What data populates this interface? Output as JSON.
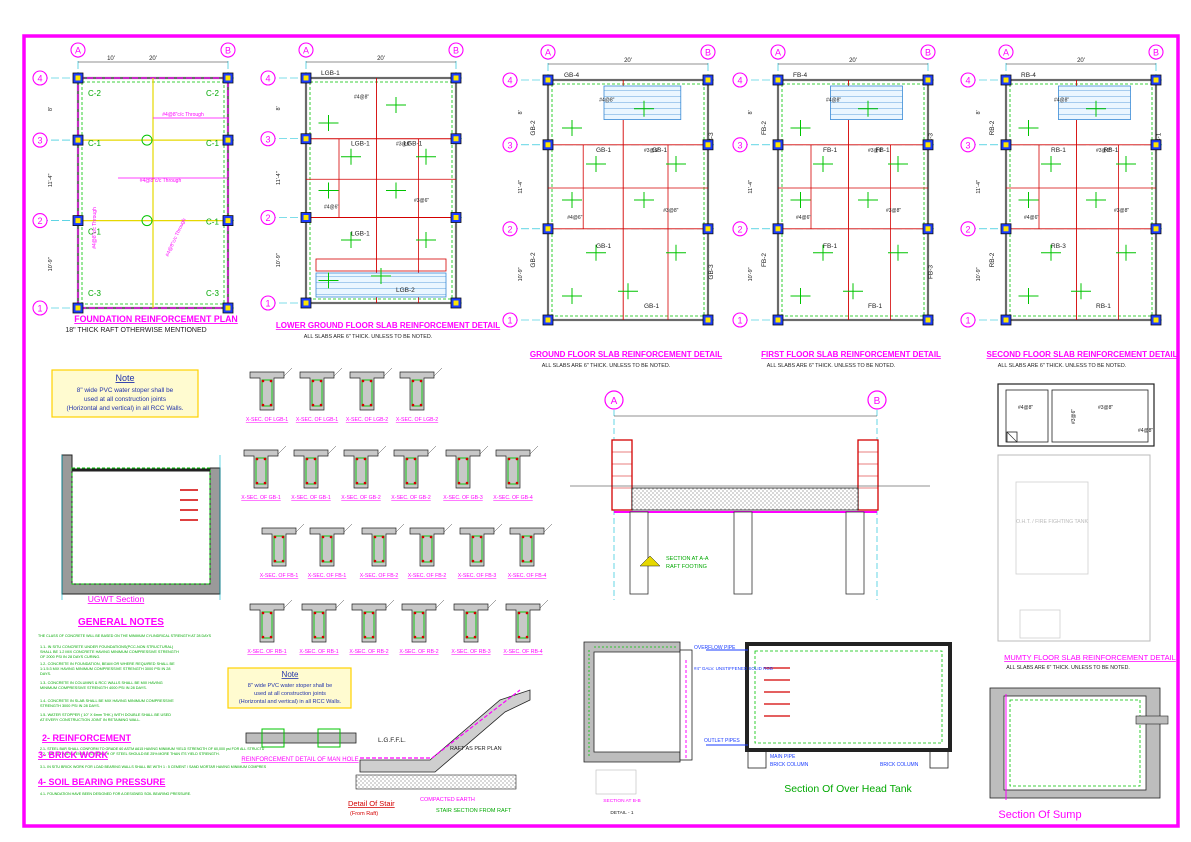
{
  "sheet": {
    "border_color": "#ff00ff",
    "accent_colors": {
      "magenta": "#ff00ff",
      "cyan": "#00bcd4",
      "red": "#d40000",
      "green": "#00c400",
      "yellow": "#e6d800",
      "blue": "#1a3cff",
      "dark": "#202020"
    }
  },
  "plans": [
    {
      "title": "FOUNDATION REINFORCEMENT PLAN",
      "subtitle": "18\" THICK RAFT OTHERWISE MENTIONED",
      "grid_x": [
        "A",
        "B"
      ],
      "grid_y": [
        "4",
        "3",
        "2",
        "1"
      ],
      "dim": "20'",
      "dim2": "10'",
      "side_dims": [
        "8'",
        "11'-4\"",
        "10'-9\""
      ],
      "labels": [
        "C-2",
        "C-2",
        "C-1",
        "C-1",
        "C-1",
        "C-1",
        "C-3",
        "C-3"
      ],
      "notes": [
        "#4@8\"c/c Through",
        "#4@8\"c/c Through",
        "#4@8\"c/c Through",
        "#4@8\"c/c Through"
      ]
    },
    {
      "title": "LOWER GROUND FLOOR SLAB REINFORCEMENT DETAIL",
      "subtitle": "ALL SLABS ARE 6\" THICK. UNLESS TO BE NOTED.",
      "grid_x": [
        "A",
        "B"
      ],
      "grid_y": [
        "4",
        "3",
        "2",
        "1"
      ],
      "dim": "20'",
      "side_dims": [
        "8'",
        "11'-4\"",
        "10'-9\""
      ],
      "labels": [
        "LGB-1",
        "LGB-1",
        "LGB-1",
        "LGB-1",
        "LGB-2"
      ],
      "rebars": [
        "#4@8\"",
        "#3@8\"",
        "#4@6\"",
        "#3@6\""
      ]
    },
    {
      "title": "GROUND FLOOR SLAB REINFORCEMENT DETAIL",
      "subtitle": "ALL SLABS ARE 6\" THICK. UNLESS TO BE NOTED.",
      "grid_x": [
        "A",
        "B"
      ],
      "grid_y": [
        "4",
        "3",
        "2",
        "1"
      ],
      "dim": "20'",
      "side_dims": [
        "8'",
        "11'-4\"",
        "10'-9\""
      ],
      "labels": [
        "GB-4",
        "GB-1",
        "GB-1",
        "GB-1",
        "GB-1",
        "GB-2",
        "GB-2",
        "GB-3",
        "GB-3"
      ],
      "rebars": [
        "#4@8\"",
        "#3@6\"",
        "#4@6\"",
        "#3@8\""
      ]
    },
    {
      "title": "FIRST FLOOR SLAB REINFORCEMENT DETAIL",
      "subtitle": "ALL SLABS ARE 6\" THICK. UNLESS TO BE NOTED.",
      "grid_x": [
        "A",
        "B"
      ],
      "grid_y": [
        "4",
        "3",
        "2",
        "1"
      ],
      "dim": "20'",
      "side_dims": [
        "8'",
        "11'-4\"",
        "10'-9\""
      ],
      "labels": [
        "FB-4",
        "FB-1",
        "FB-1",
        "FB-1",
        "FB-1",
        "FB-2",
        "FB-2",
        "FB-3",
        "FB-3"
      ],
      "rebars": [
        "#4@8\"",
        "#3@6\"",
        "#4@6\"",
        "#3@8\""
      ]
    },
    {
      "title": "SECOND FLOOR SLAB REINFORCEMENT DETAIL",
      "subtitle": "ALL SLABS ARE 6\" THICK. UNLESS TO BE NOTED.",
      "grid_x": [
        "A",
        "B"
      ],
      "grid_y": [
        "4",
        "3",
        "2",
        "1"
      ],
      "dim": "20'",
      "side_dims": [
        "8'",
        "11'-4\"",
        "10'-9\""
      ],
      "labels": [
        "RB-4",
        "RB-1",
        "RB-1",
        "RB-3",
        "RB-1",
        "RB-2",
        "RB-2",
        "RB-1"
      ],
      "rebars": [
        "#4@8\"",
        "#3@6\"",
        "#4@6\"",
        "#3@8\""
      ]
    }
  ],
  "note_box_1": {
    "heading": "Note",
    "lines": [
      "8\" wide PVC water stoper shall be",
      "used at all construction joints",
      "(Horizontal and vertical) in all RCC Walls."
    ]
  },
  "note_box_2": {
    "heading": "Note",
    "lines": [
      "8\" wide PVC water stoper shall be",
      "used at all construction joints",
      "(Horizontal and vertical) in all RCC Walls."
    ]
  },
  "ugwt": {
    "title": "UGWT Section"
  },
  "xsec_rows": [
    [
      "X-SEC. OF LGB-1",
      "X-SEC. OF LGB-1",
      "X-SEC. OF LGB-2",
      "X-SEC. OF LGB-2"
    ],
    [
      "X-SEC. OF GB-1",
      "X-SEC. OF GB-1",
      "X-SEC. OF GB-2",
      "X-SEC. OF GB-2",
      "X-SEC. OF GB-3",
      "X-SEC. OF GB-4"
    ],
    [
      "X-SEC. OF FB-1",
      "X-SEC. OF FB-1",
      "X-SEC. OF FB-2",
      "X-SEC. OF FB-2",
      "X-SEC. OF FB-3",
      "X-SEC. OF FB-4"
    ],
    [
      "X-SEC. OF RB-1",
      "X-SEC. OF RB-1",
      "X-SEC. OF RB-2",
      "X-SEC. OF RB-2",
      "X-SEC. OF RB-3",
      "X-SEC. OF RB-4"
    ]
  ],
  "general_notes": {
    "title": "GENERAL NOTES",
    "intro": "THE CLASS OF CONCRETE WILL BE BASED ON THE MINIMUM CYLINDRICAL STRENGTH AT 28 DAYS",
    "items": [
      "1.1- IN SITU CONCRETE UNDER FOUNDATIONS(PCC-NON STRUCTURAL) SHALL BE 1.2 MIX CONCRETE HAVING MINIMUM COMPRESSIVE STRENGTH OF 2000 PSI IN 28 DAYS CURING.",
      "1.2- CONCRETE IN FOUNDATION, BEAM OR WHERE REQUIRED SHALL BE 1:1.5:3 MIX HAVING MINIMUM COMPRESSIVE STRENGTH 3000 PSI IN 28 DAYS.",
      "1.3- CONCRETE IN COLUMNS & RCC WALLS SHALL BE MIX HAVING MINIMUM COMPRESSIVE STRENGTH 4000 PSI IN 28 DAYS.",
      "1.4- CONCRETE IN SLAB SHALL BE MIX HAVING MINIMUM COMPRESSIVE STRENGTH 3000 PSI IN 28 DAYS.",
      "1.5- WATER STOPPER ( 10\" X 6mm THK.) WITH DOUBLE SHALL BE USED AT EVERY CONSTRUCTION JOINT IN RETAINING WALL."
    ],
    "s2": "2-  REINFORCEMENT",
    "s2_items": [
      "2.1- STEEL BAR SHALL CONFORM TO GRADE 60 ASTM A615 HAVING MINIMUM YIELD STRENGTH OF 60,000 psi FOR ALL STRUCTURAL MEMBERS.",
      "2.2- THE ULTIMATE TENSILE STRENGTH OF STEEL SHOULD BE 25% MORE THAN ITS YIELD STRENGTH."
    ],
    "s3": "3-  BRICK WORK",
    "s3_items": [
      "3.1- IN SITU BRICK WORK FOR LOAD BEARING WALLS SHALL BE WITH 1 : 5 CEMENT / SAND MORTAR HAVING MINIMUM COMPRESSIVE STRENGTH OF 1500 Psi."
    ],
    "s4": "4-  SOIL BEARING PRESSURE",
    "s4_items": [
      "4.1- FOUNDATION HAVE BEEN DESIGNED FOR A DESIGNED SOIL BEARING PRESSURE."
    ]
  },
  "section_aa": {
    "grid": [
      "A",
      "B"
    ],
    "label1": "SECTION AT A-A",
    "label2": "RAFT FOOTING"
  },
  "mumty": {
    "title": "MUMTY FLOOR SLAB REINFORCEMENT DETAIL",
    "subtitle": "ALL SLABS ARE 6\" THICK. UNLESS TO BE NOTED.",
    "tank": "O.H.T. / FIRE FIGHTING TANK",
    "rebars": [
      "#4@8\"",
      "#3@8\"",
      "#4@8\"",
      "#3@6\""
    ]
  },
  "manhole": {
    "title": "REINFORCEMENT DETAIL OF MAN HOLE"
  },
  "stair": {
    "title": "Detail Of Stair",
    "sub": "(From Raft)",
    "raft": "RAFT AS PER PLAN",
    "lgffl": "L.G.F.F.L.",
    "earth": "COMPACTED EARTH",
    "section": "STAIR SECTION FROM RAFT"
  },
  "oht": {
    "title": "Section Of Over Head Tank",
    "labels": [
      "OVERFLOW PIPE",
      "#4\" GALV. UNSTIFFENED SOLID ROD",
      "OUTLET PIPES",
      "MAIN PIPE",
      "BRICK COLUMN",
      "BRICK COLUMN"
    ],
    "detail": "SECTION AT B-B",
    "detail2": "DETAIL - 1"
  },
  "sump": {
    "title": "Section Of Sump"
  }
}
